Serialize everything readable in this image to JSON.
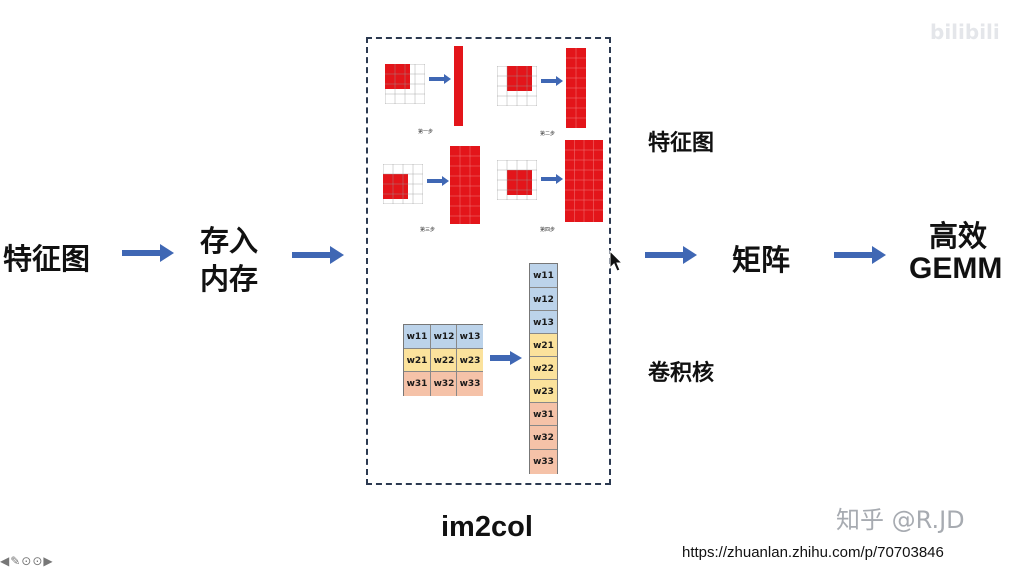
{
  "left": {
    "label": "特征图"
  },
  "store": {
    "line1": "存入",
    "line2": "内存"
  },
  "right_side": {
    "feature_map": "特征图",
    "kernel": "卷积核"
  },
  "matrix": {
    "label": "矩阵"
  },
  "gemm": {
    "line1": "高效",
    "line2": "GEMM"
  },
  "im2col": {
    "label": "im2col"
  },
  "watermark": {
    "zhihu": "知乎 @R.JD",
    "bilibili": "bilibili"
  },
  "url": "https://zhuanlan.zhihu.com/p/70703846",
  "kernel_cells": [
    "w11",
    "w12",
    "w13",
    "w21",
    "w22",
    "w23",
    "w31",
    "w32",
    "w33"
  ],
  "mini_labels": [
    "第一步",
    "第二步",
    "第三步",
    "第四步"
  ],
  "colors": {
    "arrow": "#3f67b4",
    "red": "#e3151a",
    "blue": "#bcd3ea",
    "yellow": "#fbe29c",
    "orange": "#f5c2a8",
    "dash": "#2b3950"
  }
}
